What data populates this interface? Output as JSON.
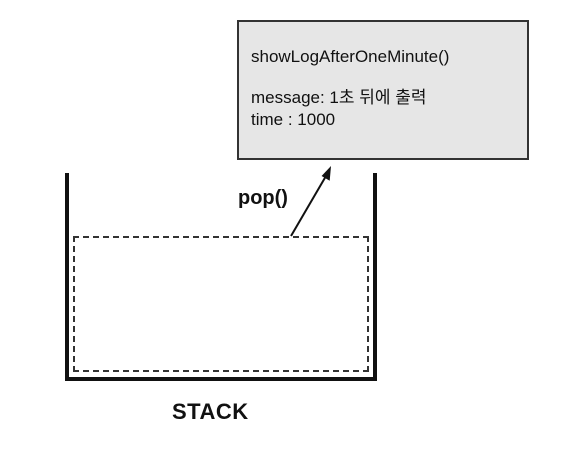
{
  "frame": {
    "function_name": "showLogAfterOneMinute()",
    "message_line": "message: 1초 뒤에 출력",
    "time_line": "time : 1000"
  },
  "arrow": {
    "label": "pop()"
  },
  "stack": {
    "label": "STACK"
  },
  "colors": {
    "frame_fill": "#e6e6e6",
    "frame_border": "#333333",
    "ink": "#111111"
  }
}
